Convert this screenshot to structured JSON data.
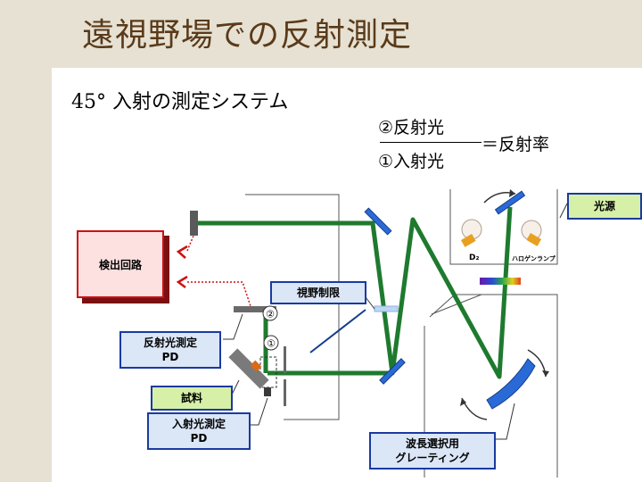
{
  "title": "遠視野場での反射測定",
  "subtitle": "45° 入射の測定システム",
  "formula": {
    "numerator": "②反射光",
    "denominator": "①入射光",
    "result": "＝反射率"
  },
  "labels": {
    "detector_circuit": "検出回路",
    "field_limit": "視野制限",
    "reflected_pd_line1": "反射光測定",
    "reflected_pd_line2": "PD",
    "sample": "試料",
    "incident_pd_line1": "入射光測定",
    "incident_pd_line2": "PD",
    "light_source": "光源",
    "grating_line1": "波長選択用",
    "grating_line2": "グレーティング",
    "d2_lamp": "D₂",
    "halogen_lamp": "ハロゲンランプ",
    "mark_1": "①",
    "mark_2": "②"
  },
  "colors": {
    "beam": "#1e7a2e",
    "mirror": "#2a6ad6",
    "box_border": "#1a3aa0",
    "circuit_red": "#cc1111"
  }
}
